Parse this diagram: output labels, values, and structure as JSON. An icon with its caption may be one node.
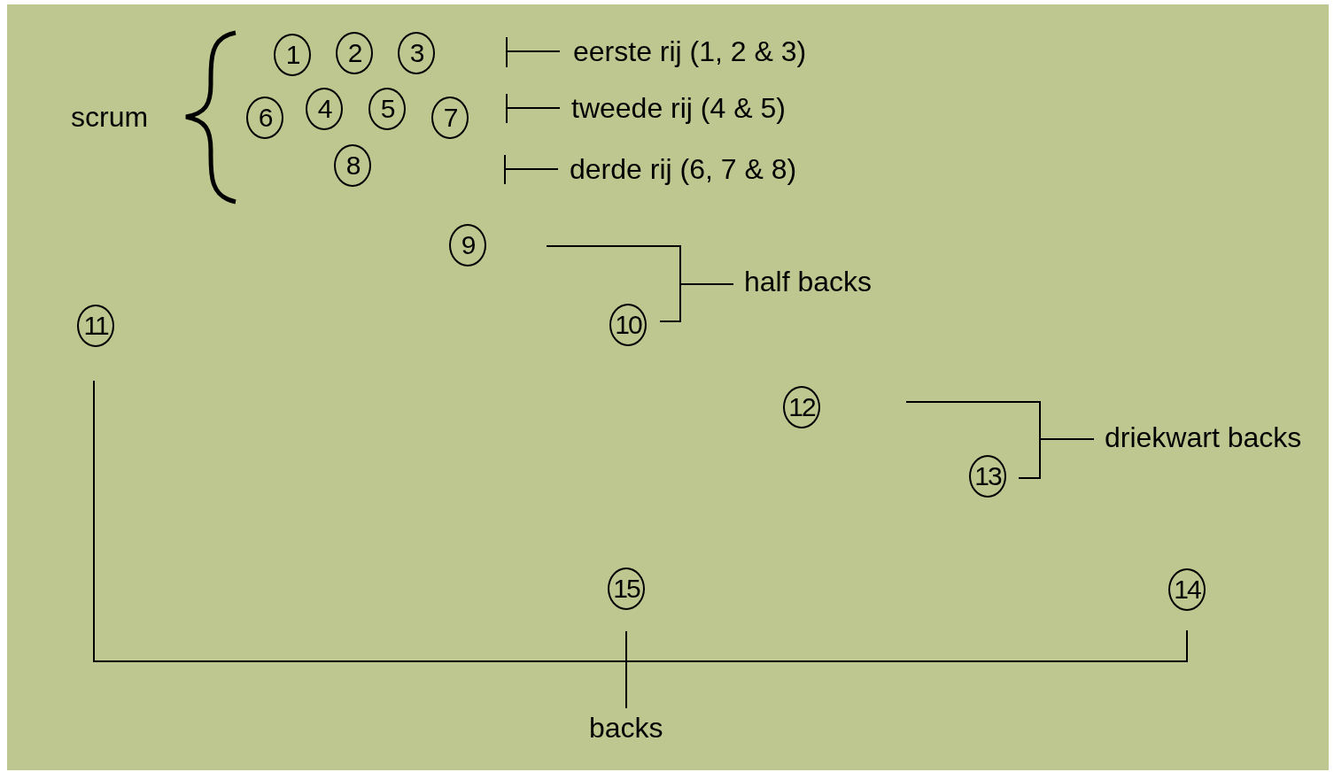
{
  "diagram": {
    "nodes": [
      {
        "text": [
          "1"
        ]
      },
      {
        "text": [
          "2"
        ]
      },
      {
        "text": [
          "3"
        ]
      },
      {
        "text": [
          "6"
        ]
      },
      {
        "text": [
          "4"
        ]
      },
      {
        "text": [
          "5"
        ]
      },
      {
        "text": [
          "7"
        ]
      },
      {
        "text": [
          "8"
        ]
      },
      {
        "text": [
          "9"
        ]
      },
      {
        "text": [
          "11"
        ]
      },
      {
        "text": [
          "10"
        ]
      },
      {
        "text": [
          "12"
        ]
      },
      {
        "text": [
          "13"
        ]
      },
      {
        "text": [
          "15"
        ]
      },
      {
        "text": [
          "14"
        ]
      }
    ],
    "labels": [
      "scrum",
      "eerste rij (1, 2 & 3)",
      "tweede rij (4 & 5)",
      "derde rij (6, 7 & 8)",
      "half backs",
      "driekwart backs",
      "backs"
    ]
  }
}
